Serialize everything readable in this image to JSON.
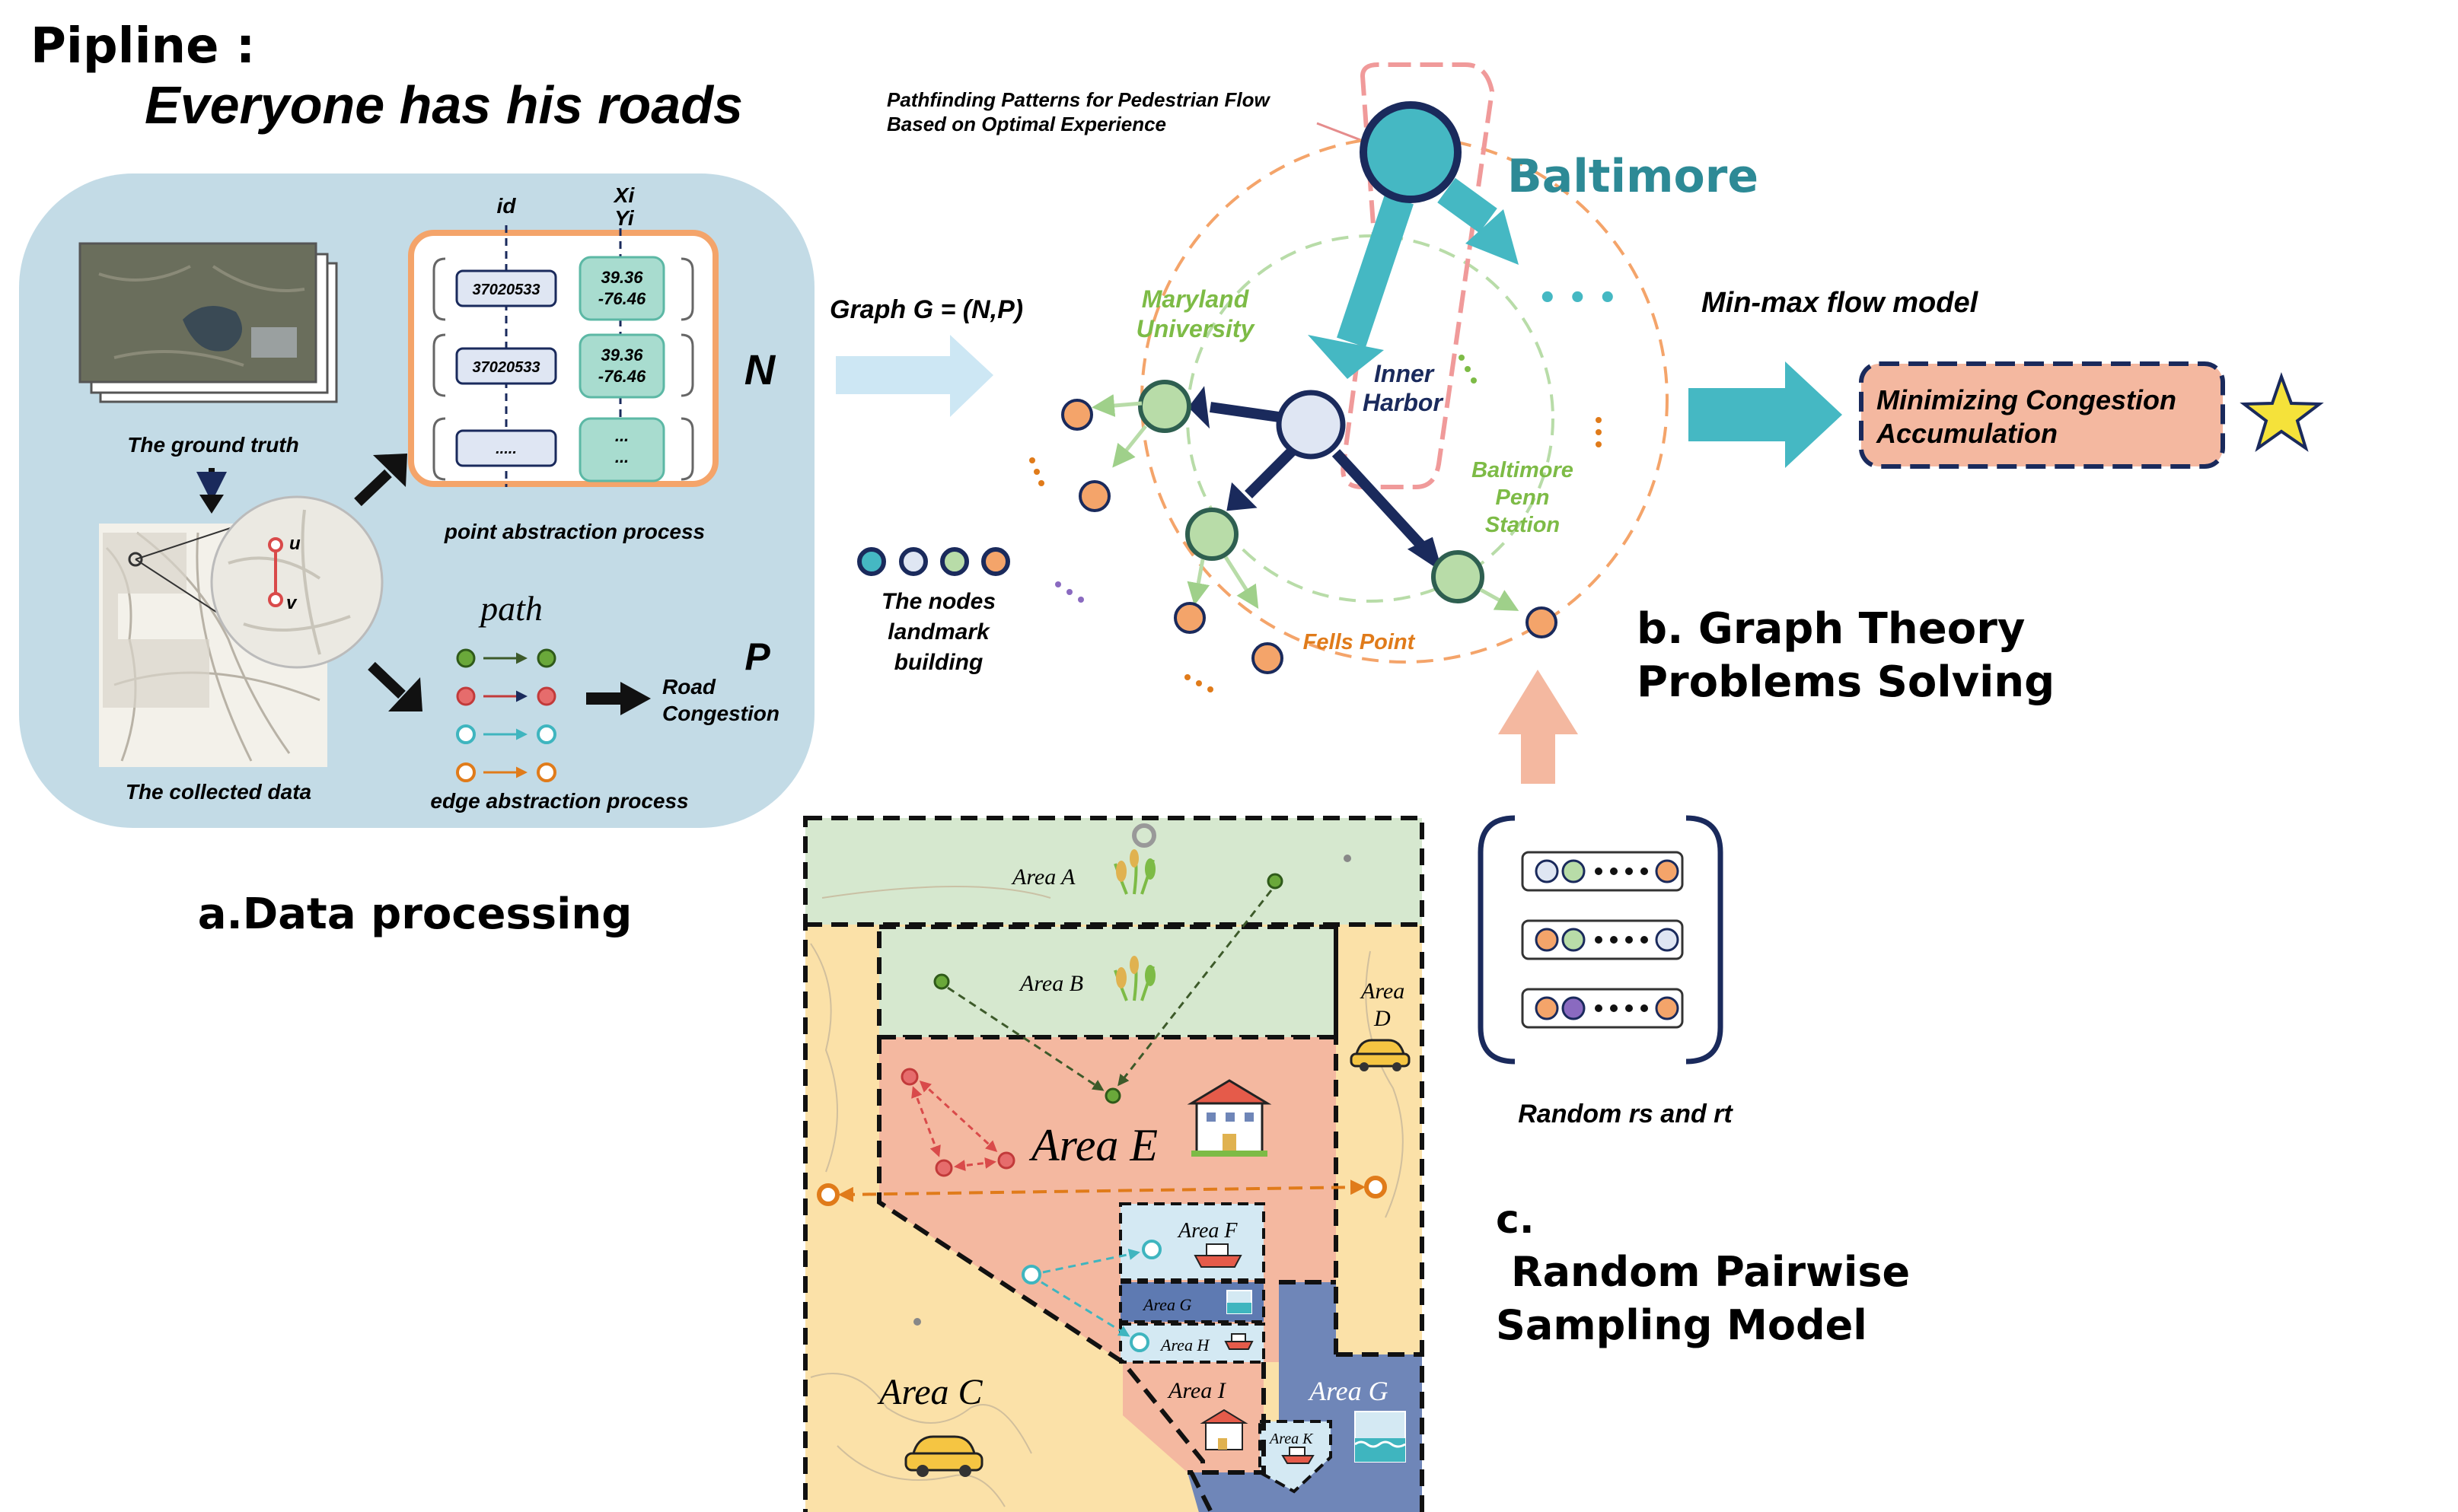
{
  "header": {
    "label": "Pipline :",
    "subtitle": "Everyone has his roads"
  },
  "panel_a": {
    "id_header": "id",
    "xy_header_1": "Xi",
    "xy_header_2": "Yi",
    "rows": [
      {
        "id": "37020533",
        "x": "39.36",
        "y": "-76.46"
      },
      {
        "id": "37020533",
        "x": "39.36",
        "y": "-76.46"
      },
      {
        "id": ".....",
        "x": "...",
        "y": "..."
      }
    ],
    "N_label": "N",
    "P_label": "P",
    "ground_truth": "The ground truth",
    "collected": "The collected data",
    "point_process": "point abstraction process",
    "path_label": "path",
    "edge_process": "edge abstraction process",
    "road_congestion_1": "Road",
    "road_congestion_2": "Congestion",
    "u_label": "u",
    "v_label": "v",
    "caption": "a.Data processing"
  },
  "panel_b": {
    "graph_label": "Graph G = (N,P)",
    "pathfinding_1": "Pathfinding Patterns for Pedestrian Flow",
    "pathfinding_2": "Based on Optimal Experience",
    "baltimore": "Baltimore",
    "maryland_1": "Maryland",
    "maryland_2": "University",
    "inner_1": "Inner",
    "inner_2": "Harbor",
    "penn_1": "Baltimore",
    "penn_2": "Penn",
    "penn_3": "Station",
    "fells": "Fells Point",
    "nodes_1": "The nodes",
    "nodes_2": "landmark",
    "nodes_3": "building",
    "minmax": "Min-max flow model",
    "minimizing_1": "Minimizing Congestion",
    "minimizing_2": "Accumulation",
    "caption_1": "b. Graph Theory",
    "caption_2": "Problems Solving"
  },
  "panel_c": {
    "areas": {
      "A": "Area A",
      "B": "Area B",
      "C": "Area C",
      "D1": "Area",
      "D2": "D",
      "E": "Area E",
      "F": "Area F",
      "G_small": "Area G",
      "H": "Area H",
      "I": "Area I",
      "G_big": "Area G",
      "K": "Area K"
    },
    "random_label": "Random rs and rt",
    "caption_1": "c.",
    "caption_2": "Random Pairwise",
    "caption_3": "Sampling Model"
  },
  "colors": {
    "panel_bg": "#c3dbe6",
    "orange": "#f4a46a",
    "teal": "#3fb5bf",
    "navy": "#1a2a5c",
    "green_text": "#7dbb46",
    "orange_text": "#e07b1a",
    "area_green": "#d6e8cf",
    "area_salmon": "#f4b8a0",
    "area_yellow": "#fbe1a8",
    "area_blue": "#6f86b8",
    "area_lightblue": "#d4e9f3"
  }
}
